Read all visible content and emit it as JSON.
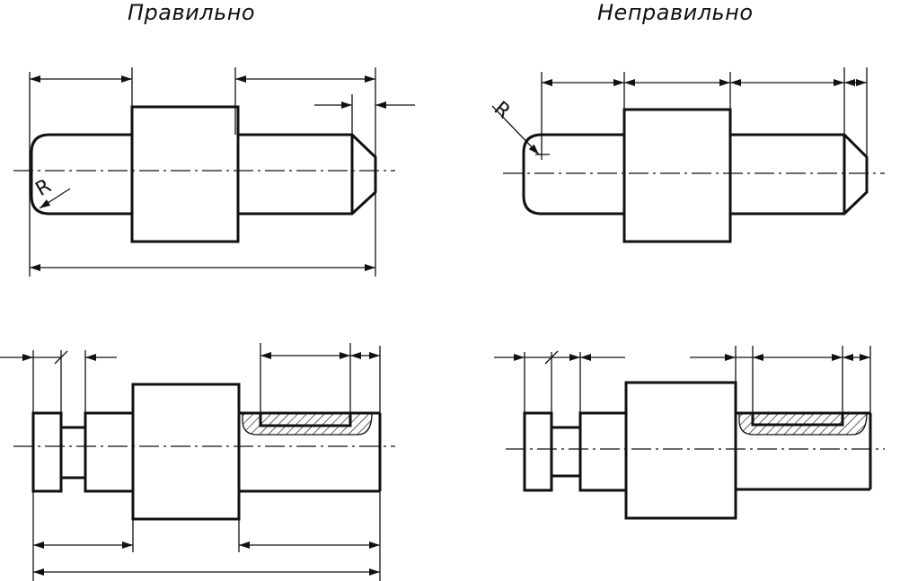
{
  "headings": {
    "correct": "Правильно",
    "incorrect": "Неправильно"
  },
  "radius_label": "R"
}
